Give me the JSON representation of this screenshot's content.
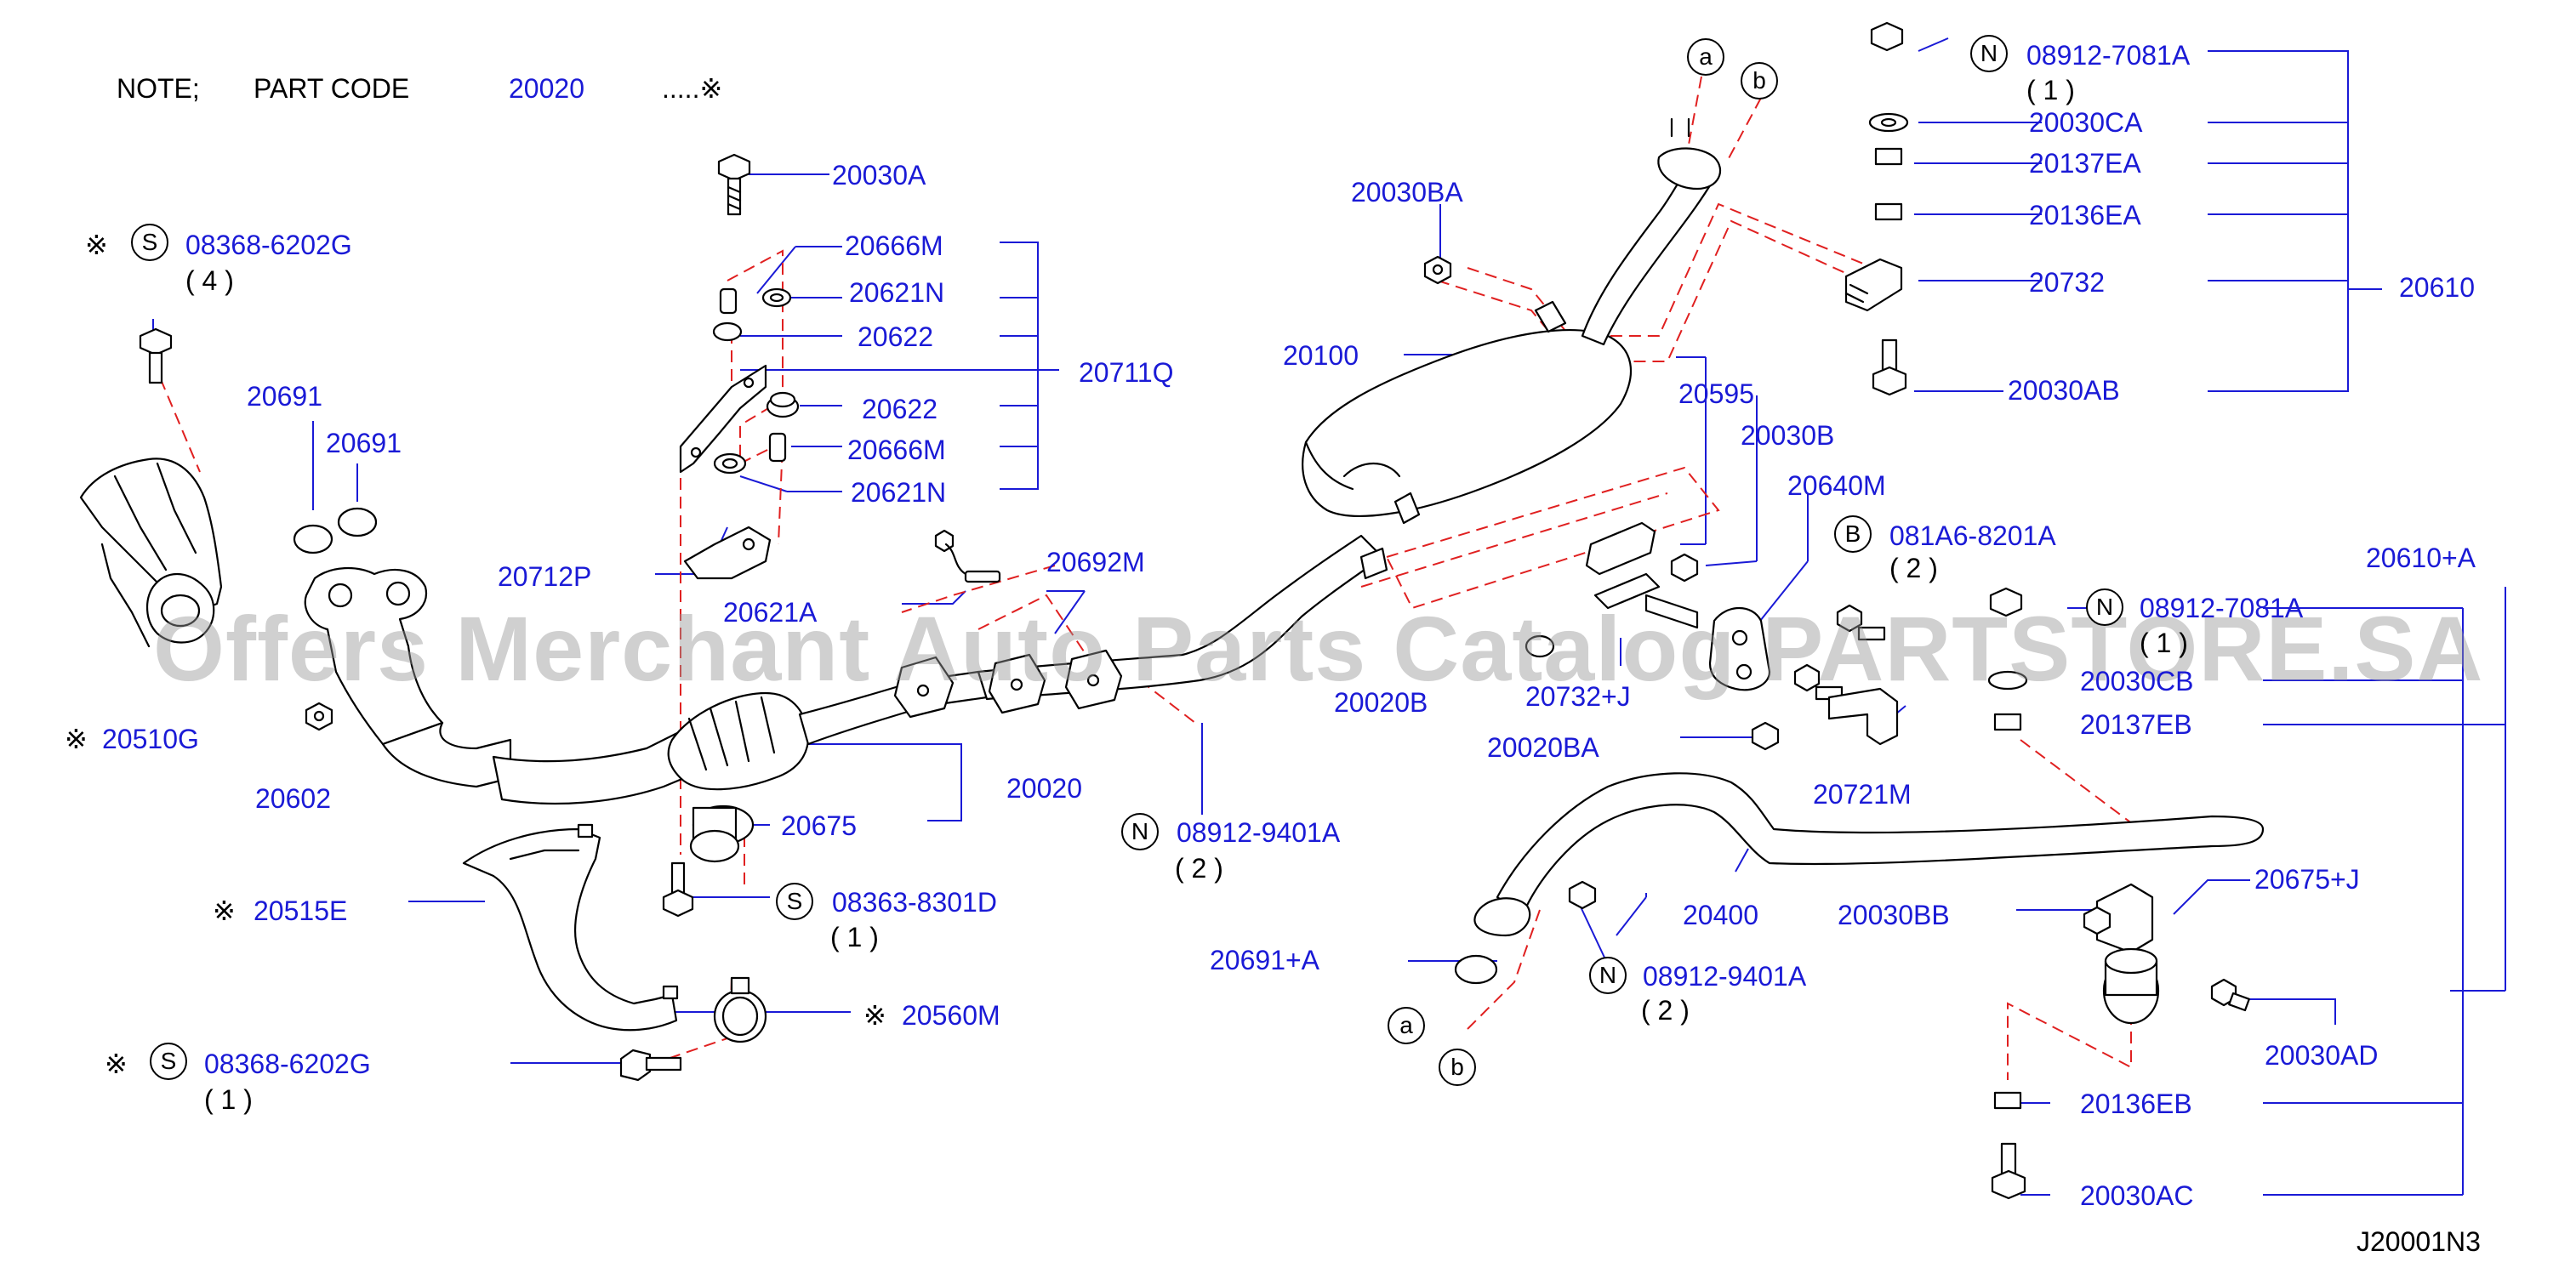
{
  "note": {
    "label": "NOTE;",
    "part_code_label": "PART  CODE",
    "part_code": "20020",
    "mark": ".....※"
  },
  "diagram_code": "J20001N3",
  "watermark": "Offers Merchant Auto Parts Catalog PARTSTORE.SA",
  "colors": {
    "label_blue": "#1a1ad6",
    "dash_red": "#e02020",
    "line_black": "#000000"
  },
  "parts": {
    "p20030A": "20030A",
    "p20666M_top": "20666M",
    "p20621N_top": "20621N",
    "p20622_top": "20622",
    "p20711Q": "20711Q",
    "p20622_bottom": "20622",
    "p20666M_bottom": "20666M",
    "p20621N_bottom": "20621N",
    "p20712P": "20712P",
    "p20621A": "20621A",
    "p20692M": "20692M",
    "p20691_a": "20691",
    "p20691_b": "20691",
    "p20510G": "20510G",
    "p20602": "20602",
    "p20020": "20020",
    "p20675": "20675",
    "p20515E": "20515E",
    "p20560M": "20560M",
    "p20030BA": "20030BA",
    "p20100": "20100",
    "p20595": "20595",
    "p20030B": "20030B",
    "p20640M": "20640M",
    "p20020B": "20020B",
    "p20732J": "20732+J",
    "p20020BA": "20020BA",
    "p20721M": "20721M",
    "p20400": "20400",
    "p20691A": "20691+A",
    "p20030CA": "20030CA",
    "p20137EA": "20137EA",
    "p20136EA": "20136EA",
    "p20732": "20732",
    "p20030AB": "20030AB",
    "p20610": "20610",
    "p20610A": "20610+A",
    "p20030CB": "20030CB",
    "p20137EB": "20137EB",
    "p20030BB": "20030BB",
    "p20675J": "20675+J",
    "p20030AD": "20030AD",
    "p20136EB": "20136EB",
    "p20030AC": "20030AC"
  },
  "fasteners": {
    "s_top": {
      "letter": "S",
      "code": "08368-6202G",
      "qty": "( 4 )",
      "mark": "※"
    },
    "s_mid": {
      "letter": "S",
      "code": "08363-8301D",
      "qty": "( 1 )"
    },
    "s_bot": {
      "letter": "S",
      "code": "08368-6202G",
      "qty": "( 1 )",
      "mark": "※"
    },
    "n_mid": {
      "letter": "N",
      "code": "08912-9401A",
      "qty": "( 2 )"
    },
    "n_top": {
      "letter": "N",
      "code": "08912-7081A",
      "qty": "( 1 )"
    },
    "b_right": {
      "letter": "B",
      "code": "081A6-8201A",
      "qty": "( 2 )"
    },
    "n_right": {
      "letter": "N",
      "code": "08912-7081A",
      "qty": "( 1 )"
    },
    "n_lower": {
      "letter": "N",
      "code": "08912-9401A",
      "qty": "( 2 )"
    }
  },
  "marks": {
    "asterisk": "※",
    "a": "a",
    "b": "b"
  }
}
